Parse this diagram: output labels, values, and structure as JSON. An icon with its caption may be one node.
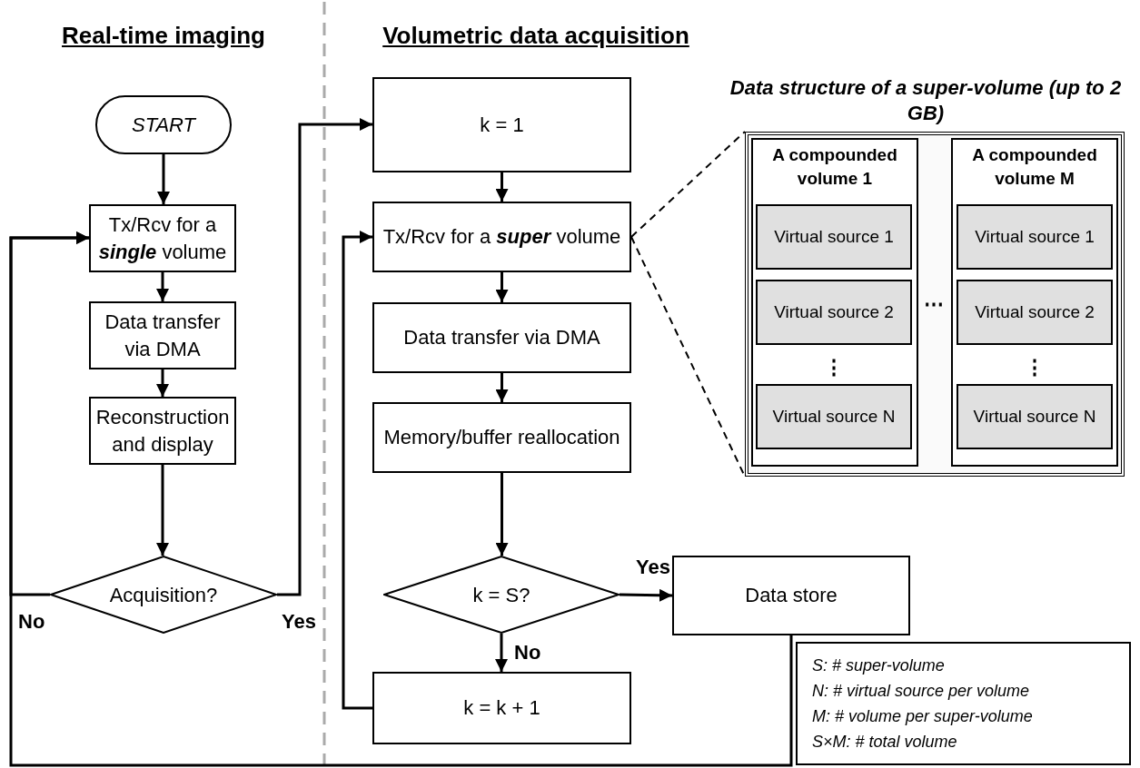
{
  "diagram": {
    "nodes": [
      {
        "text": [
          "START"
        ]
      },
      {
        "text": [
          "Tx/Rcv for a **single** volume"
        ]
      },
      {
        "text": [
          "Data transfer via DMA"
        ]
      },
      {
        "text": [
          "Reconstruction and display"
        ]
      },
      {
        "text": [
          "Acquisition?"
        ]
      },
      {
        "text": [
          "k = 1"
        ]
      },
      {
        "text": [
          "Tx/Rcv for a **super** volume"
        ]
      },
      {
        "text": [
          "Data transfer via DMA"
        ]
      },
      {
        "text": [
          "Memory/buffer reallocation"
        ]
      },
      {
        "text": [
          "k = S?"
        ]
      },
      {
        "text": [
          "Data store"
        ]
      },
      {
        "text": [
          "k = k + 1"
        ]
      },
      {
        "text": [
          "Data structure of a super-volume (up to 2 GB)"
        ]
      },
      {
        "text": [
          "A compounded volume 1"
        ],
        "in": 12
      },
      {
        "text": [
          "Virtual source 1"
        ],
        "in": 13
      },
      {
        "text": [
          "Virtual source 2"
        ],
        "in": 13
      },
      {
        "text": [
          "Virtual source N"
        ],
        "in": 13
      },
      {
        "text": [
          "A compounded volume M"
        ],
        "in": 12
      },
      {
        "text": [
          "Virtual source 1"
        ],
        "in": 17
      },
      {
        "text": [
          "Virtual source 2"
        ],
        "in": 17
      },
      {
        "text": [
          "Virtual source N"
        ],
        "in": 17
      },
      {
        "text": [
          "S: # super-volume",
          "N: # virtual source per volume",
          "M: # volume per super-volume",
          "S×M: # total volume"
        ]
      }
    ],
    "edges": [
      {
        "from": 0,
        "to": 1,
        "arrow": "to"
      },
      {
        "from": 1,
        "to": 2,
        "arrow": "to"
      },
      {
        "from": 2,
        "to": 3,
        "arrow": "to"
      },
      {
        "from": 3,
        "to": 4,
        "arrow": "to"
      },
      {
        "from": 4,
        "to": 1,
        "arrow": "to",
        "label": "No"
      },
      {
        "from": 4,
        "to": 5,
        "arrow": "to",
        "label": "Yes"
      },
      {
        "from": 5,
        "to": 6,
        "arrow": "to"
      },
      {
        "from": 6,
        "to": 7,
        "arrow": "to"
      },
      {
        "from": 7,
        "to": 8,
        "arrow": "to"
      },
      {
        "from": 8,
        "to": 9,
        "arrow": "to"
      },
      {
        "from": 9,
        "to": 10,
        "arrow": "to",
        "label": "Yes"
      },
      {
        "from": 9,
        "to": 11,
        "arrow": "to",
        "label": "No"
      },
      {
        "from": 11,
        "to": 6,
        "arrow": "to"
      },
      {
        "from": 6,
        "to": 12,
        "arrow": "none",
        "style": "dashed"
      },
      {
        "from": 6,
        "to": 12,
        "arrow": "none",
        "style": "dashed"
      },
      {
        "from": 10,
        "to": 1,
        "arrow": "to"
      }
    ],
    "labels": [
      "Real-time imaging",
      "Volumetric data acquisition",
      "⋯",
      "⋮",
      "⋮"
    ]
  }
}
